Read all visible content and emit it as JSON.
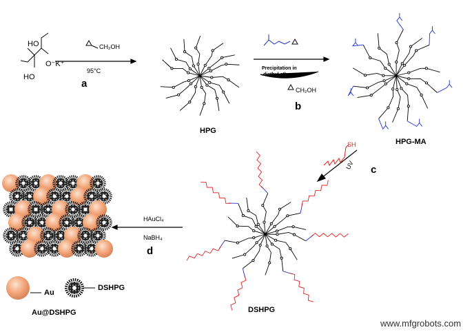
{
  "reaction_a": {
    "reagent": "HO",
    "glycidol": "CH₂OH",
    "temperature": "95°C",
    "label": "a",
    "ko": "O⁻K⁺"
  },
  "products": {
    "hpg": "HPG",
    "hpg_ma": "HPG-MA",
    "dshpg": "DSHPG",
    "au_dshpg": "Au@DSHPG"
  },
  "reaction_b": {
    "condition": "Precipitation in",
    "condition2": "diethyl ether",
    "byproduct": "CH₂OH",
    "label": "b"
  },
  "reaction_c": {
    "uv": "UV",
    "label": "c",
    "sh": "SH"
  },
  "reaction_d": {
    "reagent1": "HAuCl₄",
    "reagent2": "NaBH₄",
    "label": "d"
  },
  "legend": {
    "au": "Au",
    "dshpg": "DSHPG"
  },
  "watermark": "www.mfgrobots.com",
  "colors": {
    "methacrylate": "#1b2fd1",
    "thiol": "#e02020",
    "au": "#f2a477",
    "core": "#111111"
  }
}
